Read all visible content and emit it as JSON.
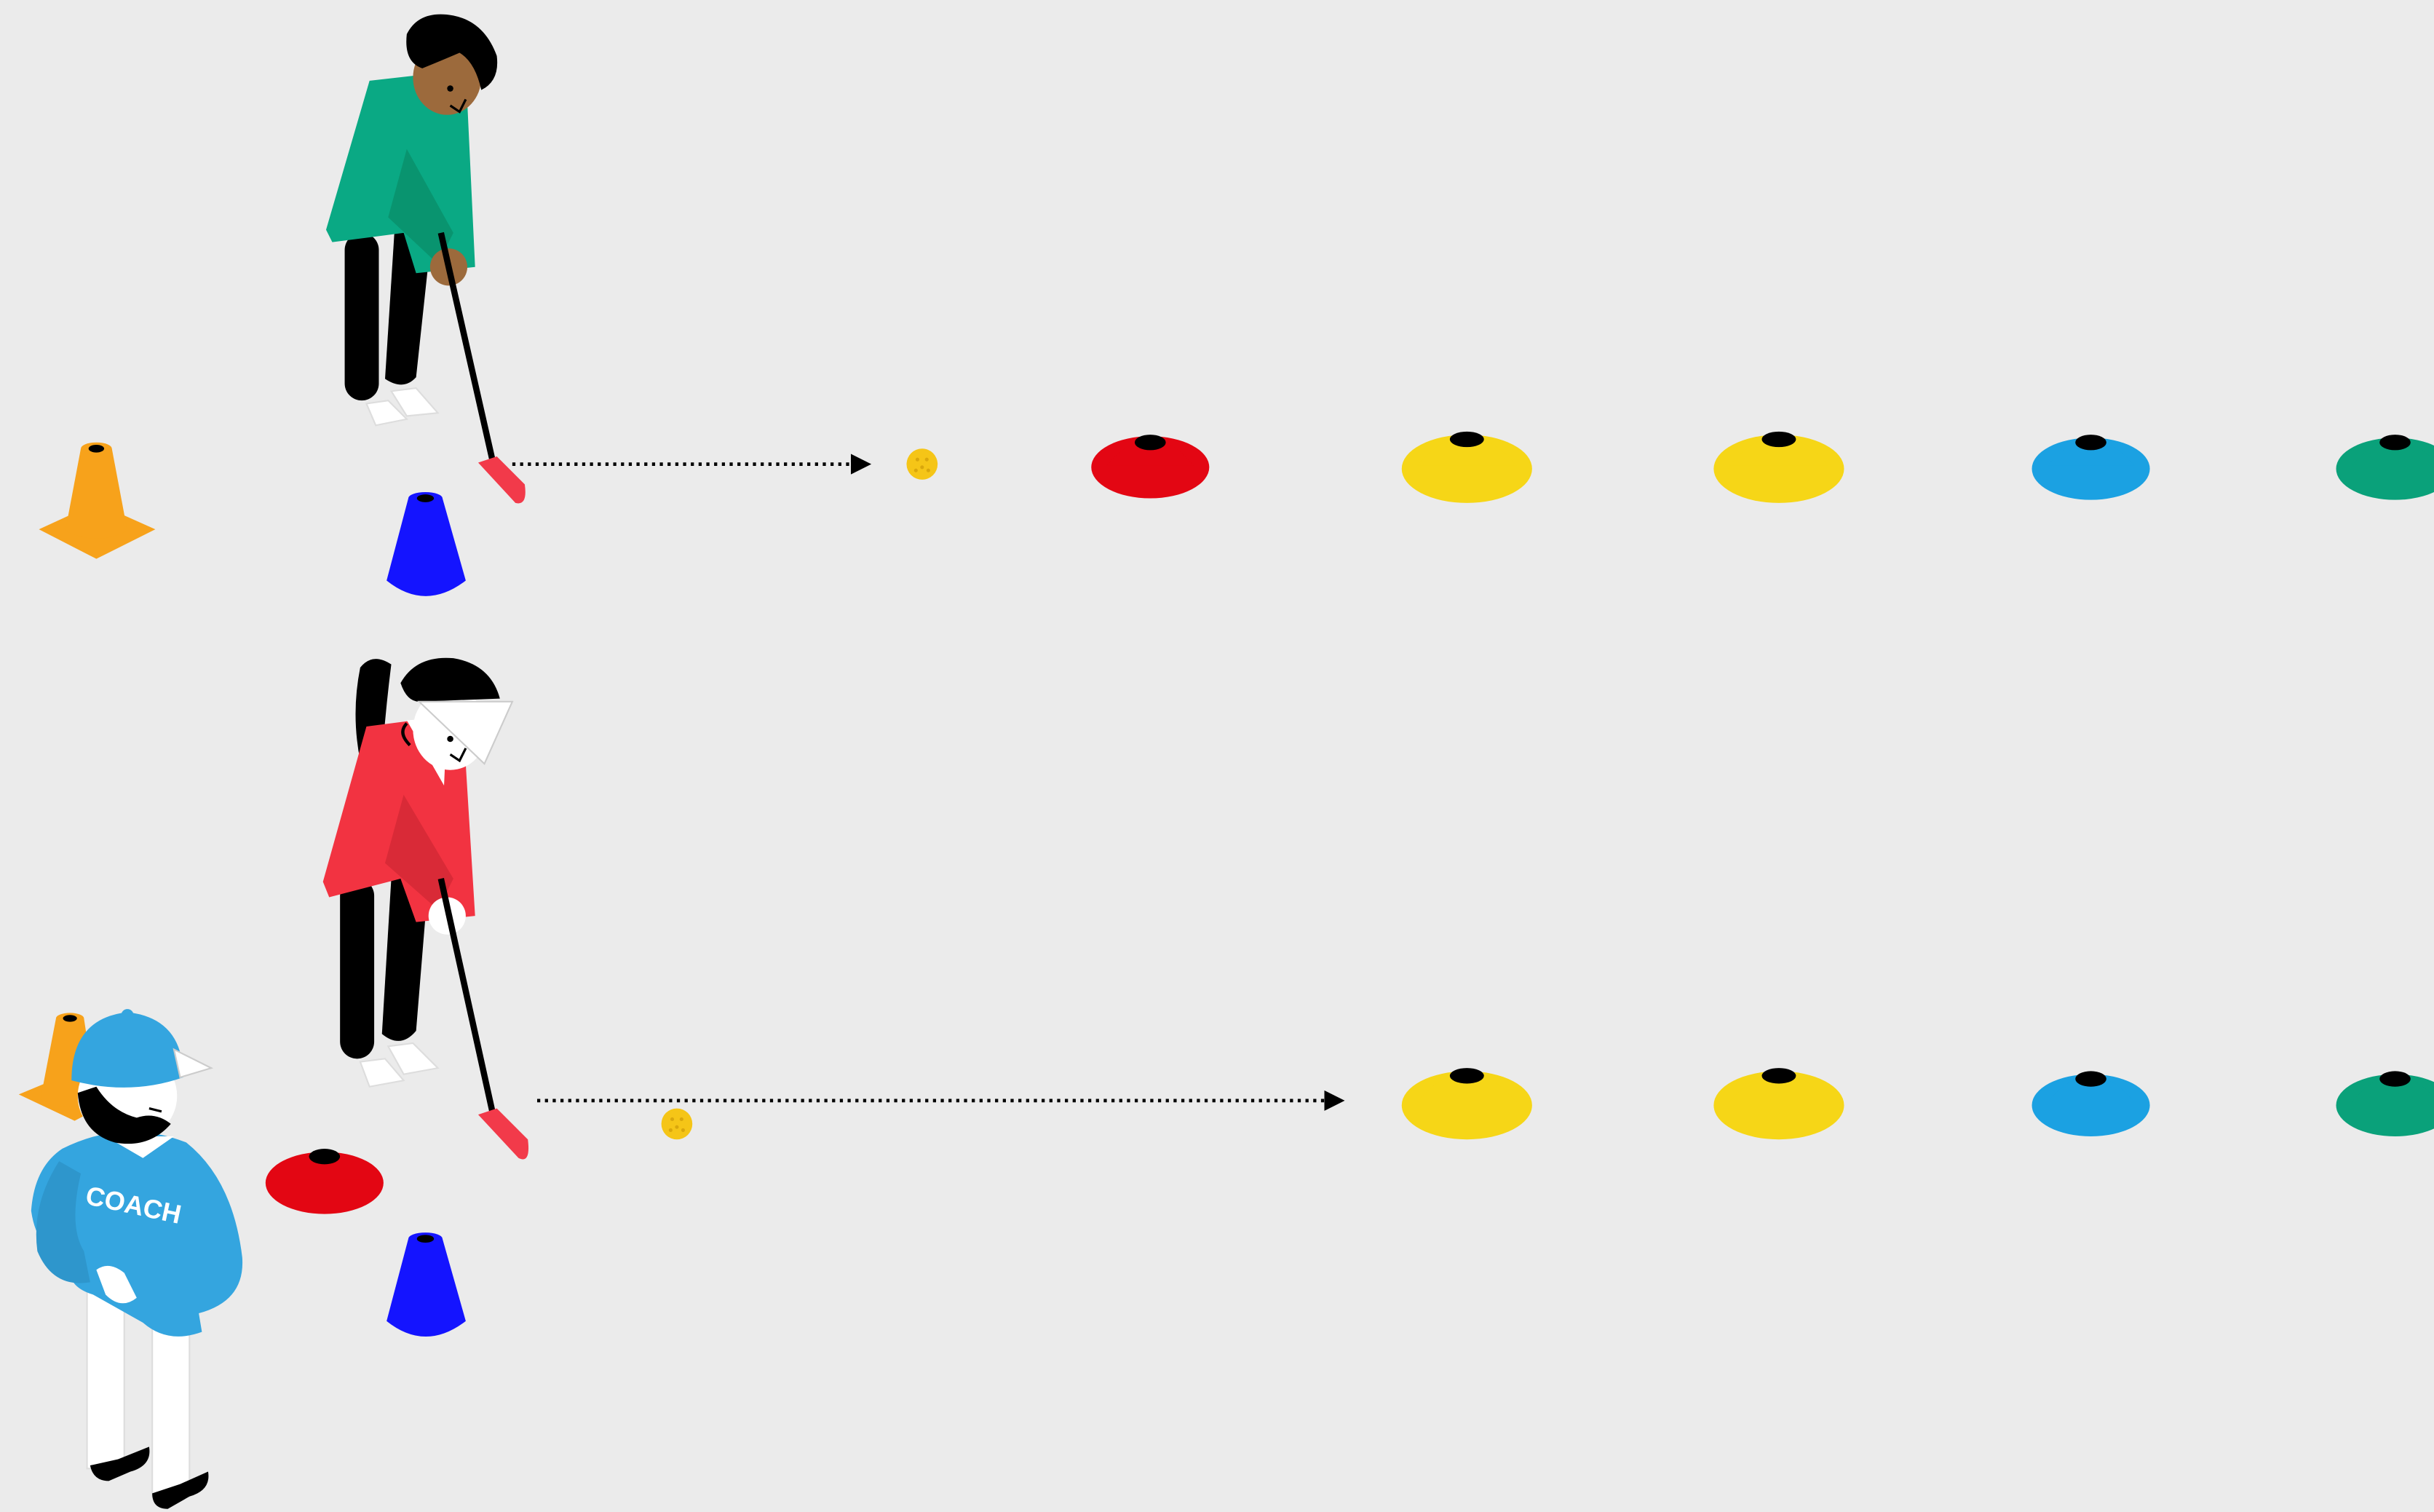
{
  "scene": {
    "background": "#ebebeb",
    "coach_shirt_text": "COACH"
  },
  "colors": {
    "red": "#e30613",
    "yellow": "#f6d617",
    "light_blue": "#1ba1e2",
    "green": "#0aa17a",
    "blue_cone": "#1414ff",
    "orange_cone": "#f7a21b",
    "player1_shirt": "#0aa984",
    "player2_shirt": "#f23341",
    "coach_shirt": "#34a5df",
    "club_head": "#f23a4a",
    "ball": "#f5c517"
  },
  "lanes": [
    {
      "name": "top-lane",
      "player": "player-green",
      "ball": "golf-ball",
      "markers": [
        "red-disc-cone",
        "yellow-disc-cone",
        "yellow-disc-cone",
        "blue-disc-cone",
        "green-disc-cone"
      ]
    },
    {
      "name": "bottom-lane",
      "player": "player-red",
      "ball": "golf-ball",
      "markers": [
        "yellow-disc-cone",
        "yellow-disc-cone",
        "blue-disc-cone",
        "green-disc-cone"
      ]
    }
  ],
  "icons": {
    "tall_cone": "traffic-cone-icon",
    "disc_cone": "disc-cone-icon",
    "arrow": "dotted-arrow-icon",
    "ball": "golf-ball-icon"
  }
}
